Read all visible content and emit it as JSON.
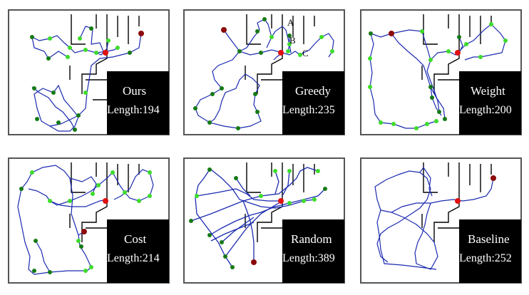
{
  "panels": [
    {
      "id": "ours",
      "name": "Ours",
      "length": "Length:194"
    },
    {
      "id": "greedy",
      "name": "Greedy",
      "length": "Length:235",
      "annotations": [
        "A",
        "B",
        "C"
      ]
    },
    {
      "id": "weight",
      "name": "Weight",
      "length": "Length:200"
    },
    {
      "id": "cost",
      "name": "Cost",
      "length": "Length:214"
    },
    {
      "id": "random",
      "name": "Random",
      "length": "Length:389"
    },
    {
      "id": "baseline",
      "name": "Baseline",
      "length": "Length:252"
    }
  ],
  "colors": {
    "path": "#1b2bb0",
    "walls": "#000000",
    "frame": "#555555",
    "waypoint_light": "#3ddc2a",
    "waypoint_dark": "#167a16",
    "start_goal": "#e01010",
    "start_goal_dark": "#8b0a0a"
  }
}
